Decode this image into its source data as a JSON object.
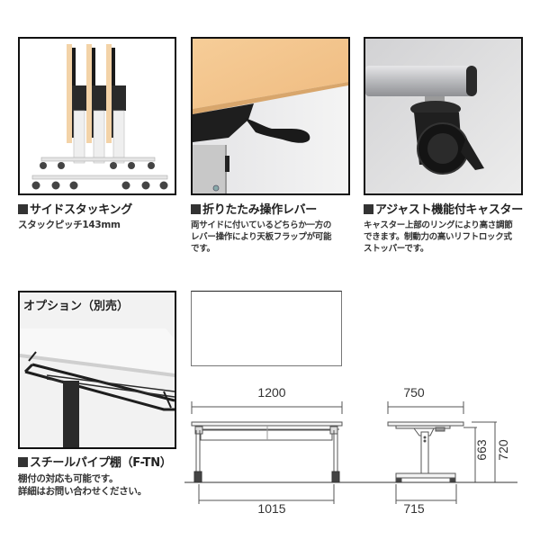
{
  "features": [
    {
      "title": "サイドスタッキング",
      "description": "スタックピッチ143mm",
      "image": "side-stacking-tables-photo"
    },
    {
      "title": "折りたたみ操作レバー",
      "description_lines": [
        "両サイドに付いているどちらか一方の",
        "レバー操作により天板フラップが可能",
        "です。"
      ],
      "image": "folding-lever-photo"
    },
    {
      "title": "アジャスト機能付キャスター",
      "description_lines": [
        "キャスター上部のリングにより高さ調節",
        "できます。制動力の高いリフトロック式",
        "ストッパーです。"
      ],
      "image": "adjustable-caster-photo"
    }
  ],
  "option": {
    "badge": "オプション（別売）",
    "title": "スチールパイプ棚（F-TN）",
    "description_lines": [
      "棚付の対応も可能です。",
      "詳細はお問い合わせください。"
    ],
    "image": "steel-pipe-shelf-photo"
  },
  "top_view": {
    "label": "top-view-rectangle"
  },
  "dimensions": {
    "front_width_top": "1200",
    "front_width_bottom": "1015",
    "side_depth_top": "750",
    "side_depth_bottom": "715",
    "height_under": "663",
    "height_total": "720"
  },
  "colors": {
    "wood": "#f3c48e",
    "frame_silver": "#c9c9cb",
    "dark": "#222222",
    "panel_border": "#111111"
  }
}
